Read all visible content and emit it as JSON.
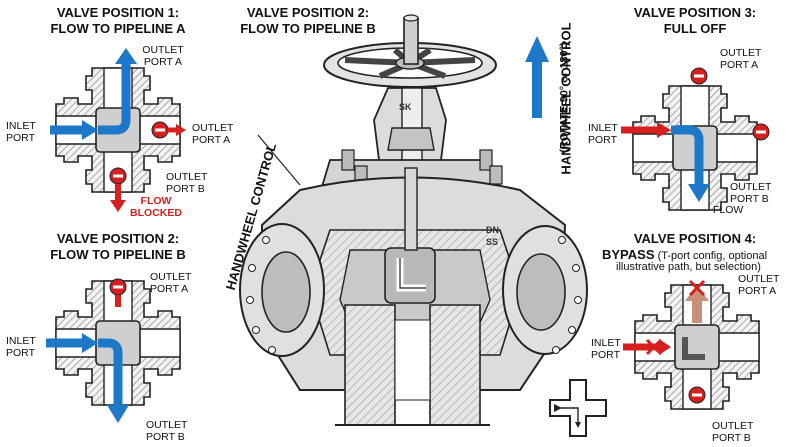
{
  "panel1": {
    "title_line1": "VALVE POSITION 1:",
    "title_line2": "FLOW TO PIPELINE A",
    "outlet_top_1": "OUTLET",
    "outlet_top_2": "PORT A",
    "inlet_1": "INLET",
    "inlet_2": "PORT",
    "outlet_right_1": "OUTLET",
    "outlet_right_2": "PORT A",
    "outlet_bottom_1": "OUTLET",
    "outlet_bottom_2": "PORT B",
    "blocked_1": "FLOW",
    "blocked_2": "BLOCKED"
  },
  "panel2": {
    "title_line1": "VALVE POSITION 2:",
    "title_line2": "FLOW TO PIPELINE B",
    "outlet_top_1": "OUTLET",
    "outlet_top_2": "PORT A",
    "inlet_1": "INLET",
    "inlet_2": "PORT",
    "outlet_bottom_1": "OUTLET",
    "outlet_bottom_2": "PORT B"
  },
  "center": {
    "title_line1": "VALVE POSITION 2:",
    "title_line2": "FLOW TO PIPELINE B",
    "handwheel_left": "HANDWHEEL CONTROL",
    "handwheel_right_1": "HANDWHEEL CONTROL",
    "handwheel_right_2": "(ROTATE 90° or 180°)",
    "mark_sk": "SK",
    "mark_dn": "DN",
    "mark_ss": "SS"
  },
  "panel3": {
    "title_line1": "VALVE POSITION 3:",
    "title_line2": "FULL OFF",
    "outlet_top_1": "OUTLET",
    "outlet_top_2": "PORT A",
    "inlet_1": "INLET",
    "inlet_2": "PORT",
    "outlet_bottom_1": "OUTLET",
    "outlet_bottom_2": "PORT B",
    "flow": "FLOW"
  },
  "panel4": {
    "title_line1": "VALVE POSITION 4:",
    "title_bold": "BYPASS",
    "title_rest": "(T-port config, optional",
    "title_line3": "illustrative path, but selection)",
    "outlet_top_1": "OUTLET",
    "outlet_top_2": "PORT A",
    "inlet_1": "INLET",
    "inlet_2": "PORT",
    "outlet_bottom_1": "OUTLET",
    "outlet_bottom_2": "PORT B"
  },
  "colors": {
    "blue_arrow": "#1e78c8",
    "red_arrow": "#d62020",
    "stop_red": "#d61f1f",
    "bypass_brown": "#c8907a",
    "body_gray": "#d9d9d9",
    "outline": "#222222"
  }
}
